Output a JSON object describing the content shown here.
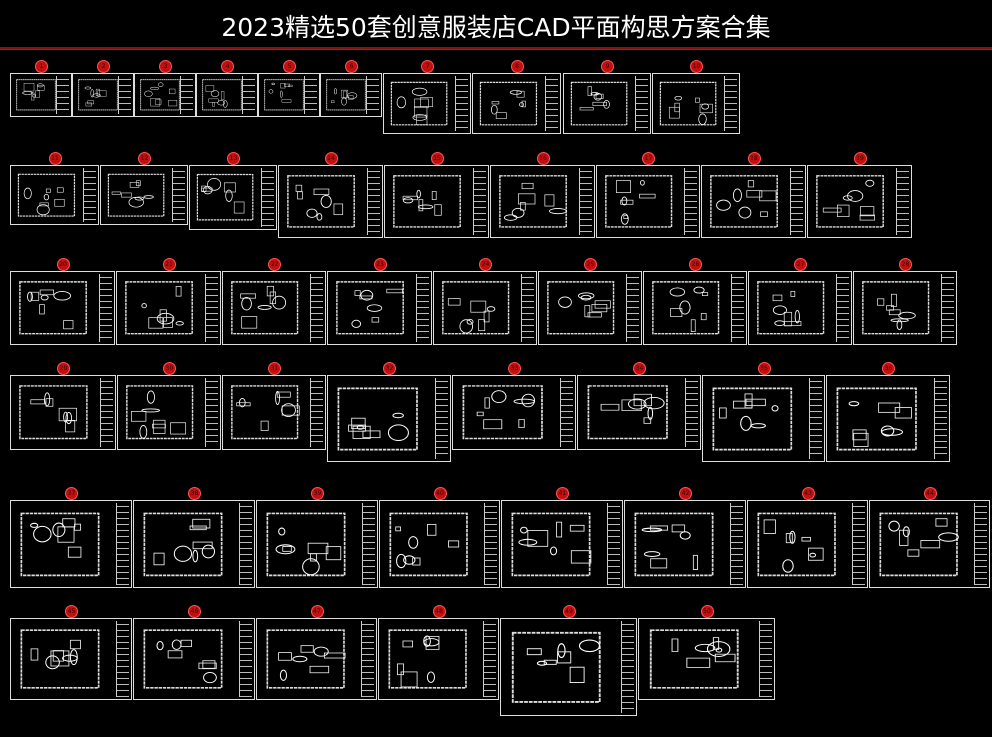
{
  "title": "2023精选50套创意服装店CAD平面构思方案合集",
  "colors": {
    "background": "#000000",
    "title_rule": "#8a1010",
    "label_circle": "#c01010",
    "lines": "#ffffff"
  },
  "plans": [
    "1",
    "2",
    "3",
    "4",
    "5",
    "6",
    "7",
    "8",
    "9",
    "10",
    "11",
    "12",
    "13",
    "14",
    "15",
    "16",
    "17",
    "18",
    "19",
    "20",
    "21",
    "22",
    "23",
    "24",
    "25",
    "26",
    "27",
    "28",
    "29",
    "30",
    "31",
    "32",
    "33",
    "34",
    "35",
    "36",
    "37",
    "38",
    "39",
    "40",
    "41",
    "42",
    "43",
    "44",
    "45",
    "46",
    "47",
    "48",
    "49",
    "50"
  ]
}
